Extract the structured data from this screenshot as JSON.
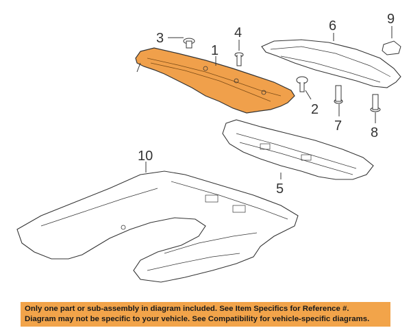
{
  "diagram": {
    "callouts": {
      "c1": "1",
      "c2": "2",
      "c3": "3",
      "c4": "4",
      "c5": "5",
      "c6": "6",
      "c7": "7",
      "c8": "8",
      "c9": "9",
      "c10": "10"
    },
    "highlight_color": "#f0a04b",
    "line_color": "#333333"
  },
  "notice": {
    "line1": "Only one part or sub-assembly in diagram included. See Item Specifics for Reference #.",
    "line2": "Diagram may not be specific to your vehicle. See Compatibility for vehicle-specific diagrams.",
    "background": "#f2a44a"
  }
}
